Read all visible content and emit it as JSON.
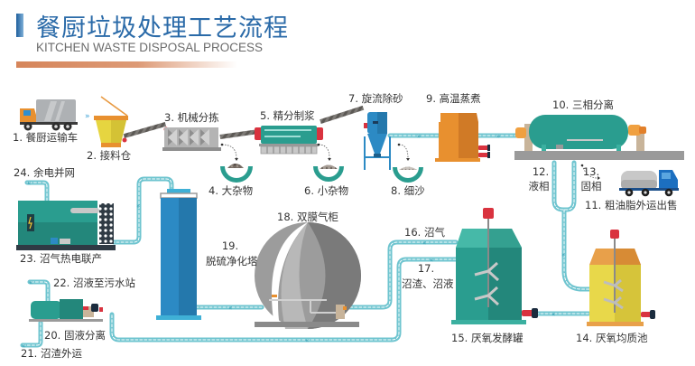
{
  "header": {
    "title": "餐厨垃圾处理工艺流程",
    "subtitle": "KITCHEN WASTE DISPOSAL PROCESS"
  },
  "colors": {
    "title_blue": "#2a6aa8",
    "accent_orange": "#d6855a",
    "pipe": "#6ec4cf",
    "teal_equipment": "#2a9d8f",
    "blue_equipment": "#2c8ac4",
    "orange_equipment": "#e8902f",
    "yellow_equipment": "#e8d84a",
    "gray_equipment": "#9a9a9a",
    "red_fitting": "#d9333f"
  },
  "steps": [
    {
      "id": 1,
      "label": "1. 餐厨运输车",
      "icon": "truck-icon"
    },
    {
      "id": 2,
      "label": "2. 接料仓",
      "icon": "hopper-icon"
    },
    {
      "id": 3,
      "label": "3. 机械分拣",
      "icon": "sorter-icon"
    },
    {
      "id": 4,
      "label": "4. 大杂物",
      "icon": "bowl-icon"
    },
    {
      "id": 5,
      "label": "5. 精分制浆",
      "icon": "pulper-icon"
    },
    {
      "id": 6,
      "label": "6. 小杂物",
      "icon": "bowl-icon"
    },
    {
      "id": 7,
      "label": "7. 旋流除砂",
      "icon": "cyclone-icon"
    },
    {
      "id": 8,
      "label": "8. 细沙",
      "icon": "bowl-icon"
    },
    {
      "id": 9,
      "label": "9. 高温蒸煮",
      "icon": "cooker-icon"
    },
    {
      "id": 10,
      "label": "10. 三相分离",
      "icon": "separator-icon"
    },
    {
      "id": 11,
      "label": "11. 粗油脂外运出售",
      "icon": "tanker-truck-icon"
    },
    {
      "id": 12,
      "label_num": "12.",
      "label_text": "液相"
    },
    {
      "id": 13,
      "label_num": "13.",
      "label_text": "固相"
    },
    {
      "id": 14,
      "label": "14. 厌氧均质池",
      "icon": "homogenizer-tank-icon"
    },
    {
      "id": 15,
      "label": "15. 厌氧发酵罐",
      "icon": "fermenter-tank-icon"
    },
    {
      "id": 16,
      "label": "16. 沼气"
    },
    {
      "id": 17,
      "label_num": "17.",
      "label_text": "沼渣、沼液"
    },
    {
      "id": 18,
      "label": "18. 双膜气柜",
      "icon": "gas-holder-icon"
    },
    {
      "id": 19,
      "label_num": "19.",
      "label_text": "脱硫净化塔",
      "icon": "desulfurization-tower-icon"
    },
    {
      "id": 20,
      "label": "20. 固液分离",
      "icon": "solid-liquid-separator-icon"
    },
    {
      "id": 21,
      "label": "21. 沼渣外运"
    },
    {
      "id": 22,
      "label": "22. 沼液至污水站"
    },
    {
      "id": 23,
      "label": "23. 沼气热电联产",
      "icon": "chp-generator-icon"
    },
    {
      "id": 24,
      "label": "24. 余电并网"
    }
  ]
}
